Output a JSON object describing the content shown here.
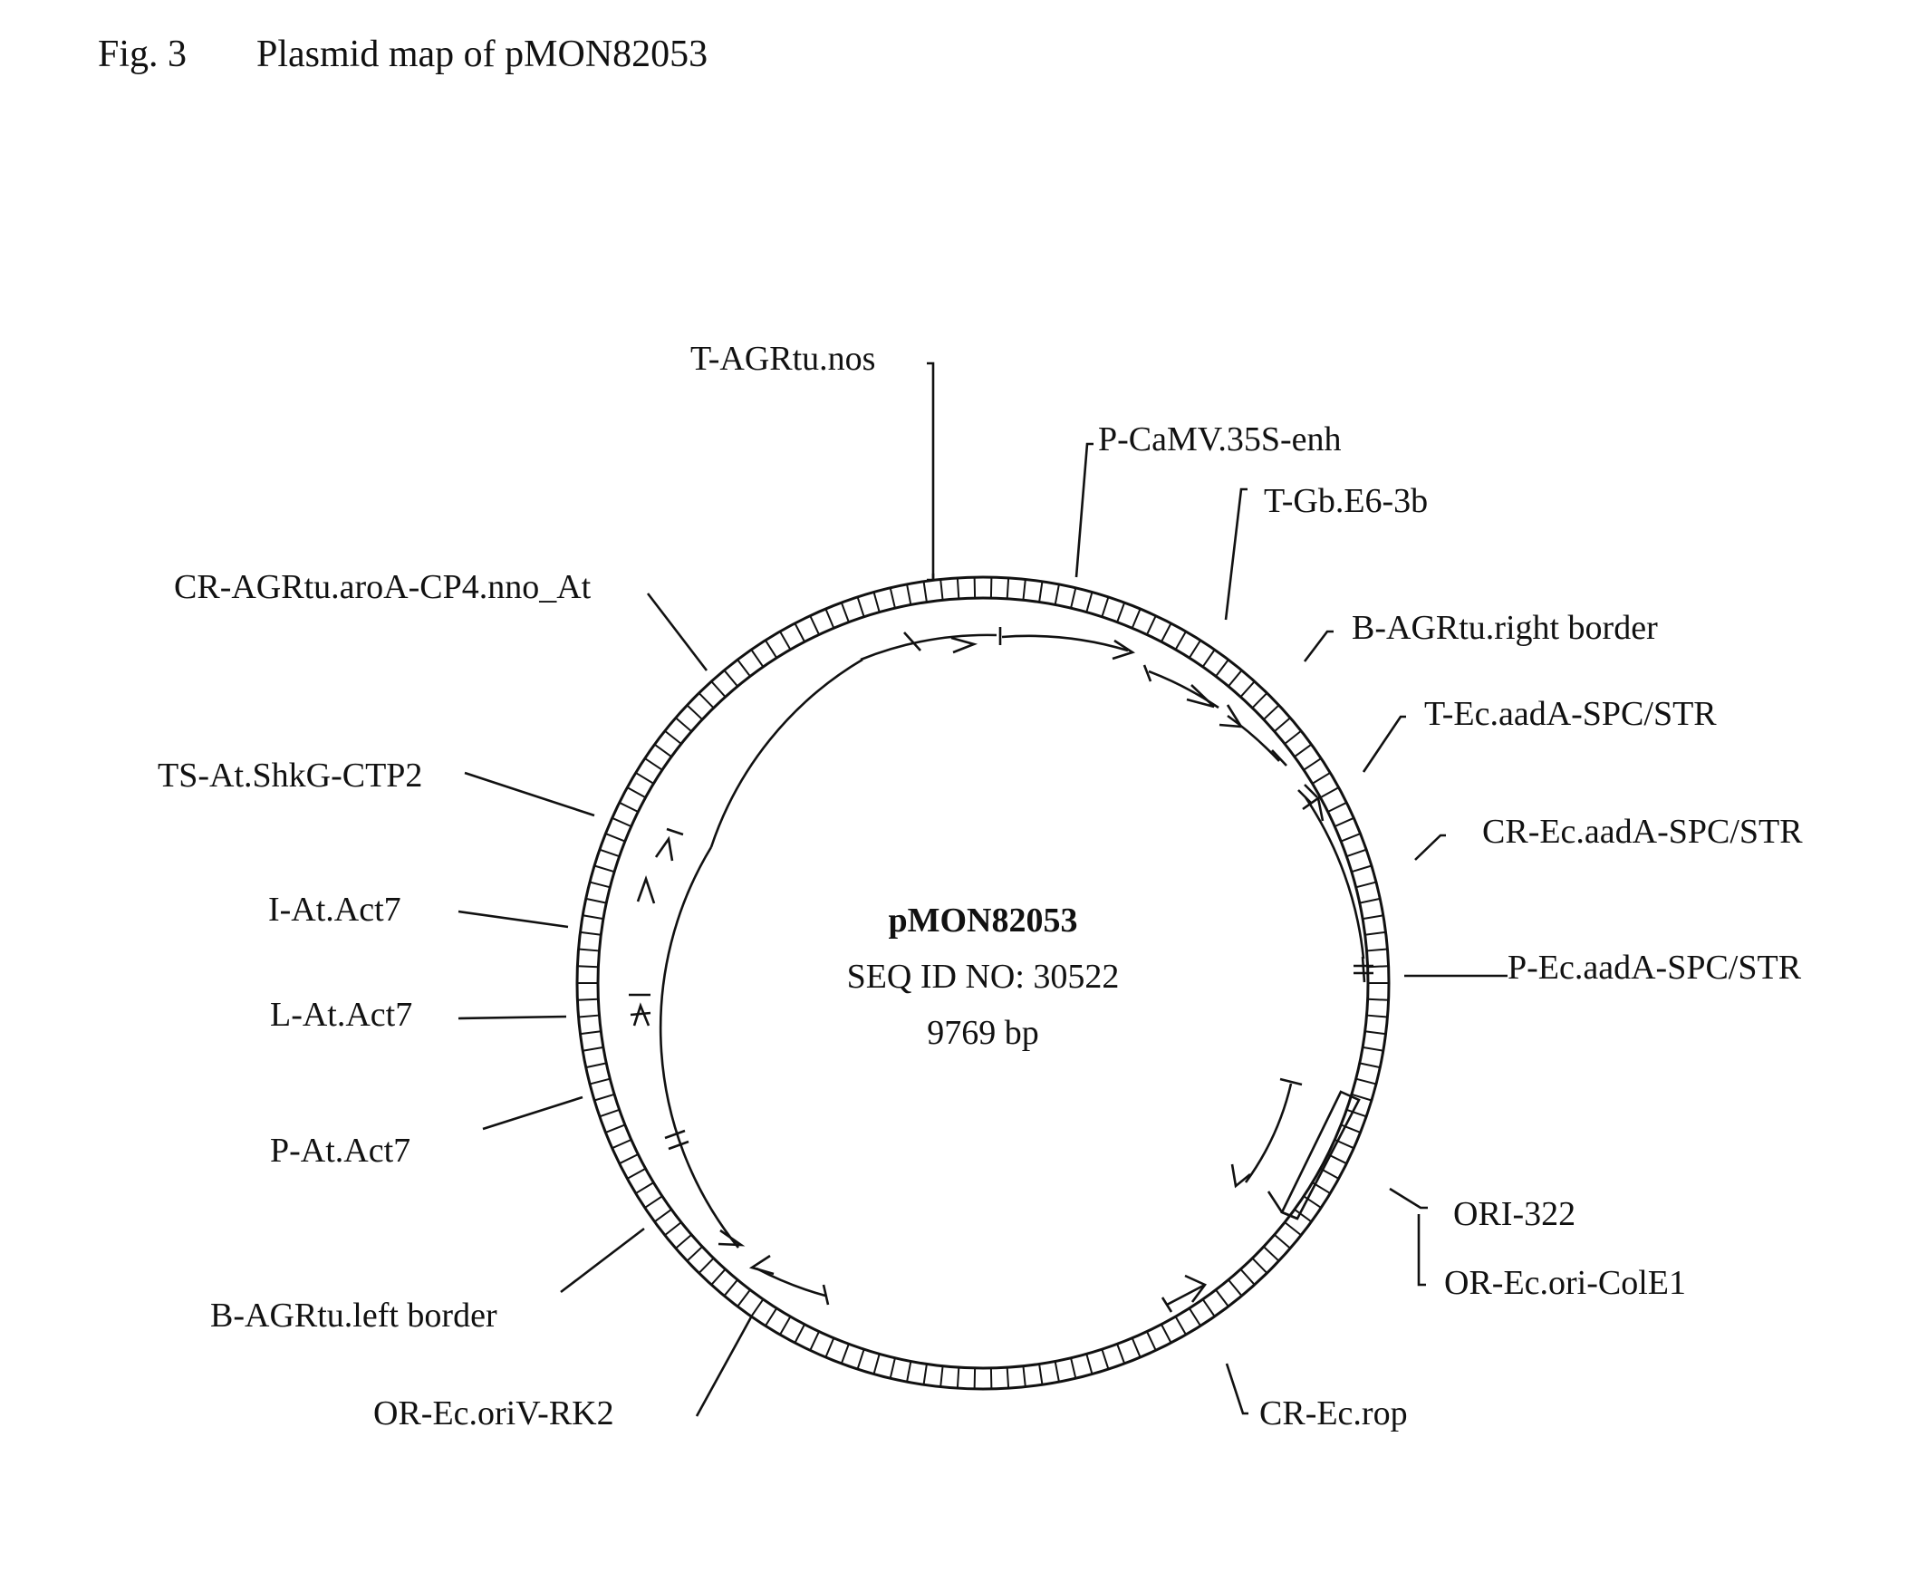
{
  "figure": {
    "number": "Fig. 3",
    "title": "Plasmid map of pMON82053"
  },
  "plasmid": {
    "name": "pMON82053",
    "seq_id": "SEQ ID NO: 30522",
    "size": "9769 bp"
  },
  "features": [
    {
      "label": "T-AGRtu.nos"
    },
    {
      "label": "P-CaMV.35S-enh"
    },
    {
      "label": "T-Gb.E6-3b"
    },
    {
      "label": "B-AGRtu.right border"
    },
    {
      "label": "T-Ec.aadA-SPC/STR"
    },
    {
      "label": "CR-Ec.aadA-SPC/STR"
    },
    {
      "label": "P-Ec.aadA-SPC/STR"
    },
    {
      "label": "ORI-322"
    },
    {
      "label": "OR-Ec.ori-ColE1"
    },
    {
      "label": "CR-Ec.rop"
    },
    {
      "label": "OR-Ec.oriV-RK2"
    },
    {
      "label": "B-AGRtu.left border"
    },
    {
      "label": "P-At.Act7"
    },
    {
      "label": "L-At.Act7"
    },
    {
      "label": "I-At.Act7"
    },
    {
      "label": "TS-At.ShkG-CTP2"
    },
    {
      "label": "CR-AGRtu.aroA-CP4.nno_At"
    }
  ]
}
